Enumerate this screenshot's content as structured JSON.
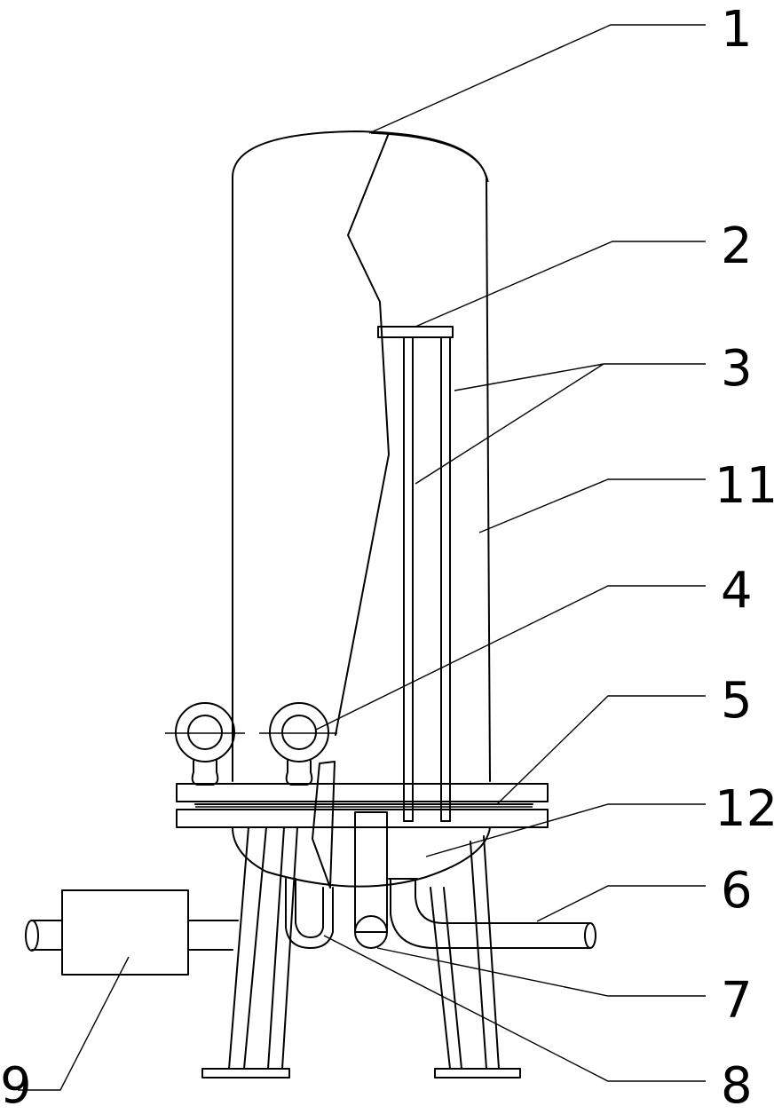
{
  "labels": {
    "l1": "1",
    "l2": "2",
    "l3": "3",
    "l11": "11",
    "l4": "4",
    "l5": "5",
    "l12": "12",
    "l6": "6",
    "l7": "7",
    "l8": "8",
    "l9": "9"
  }
}
